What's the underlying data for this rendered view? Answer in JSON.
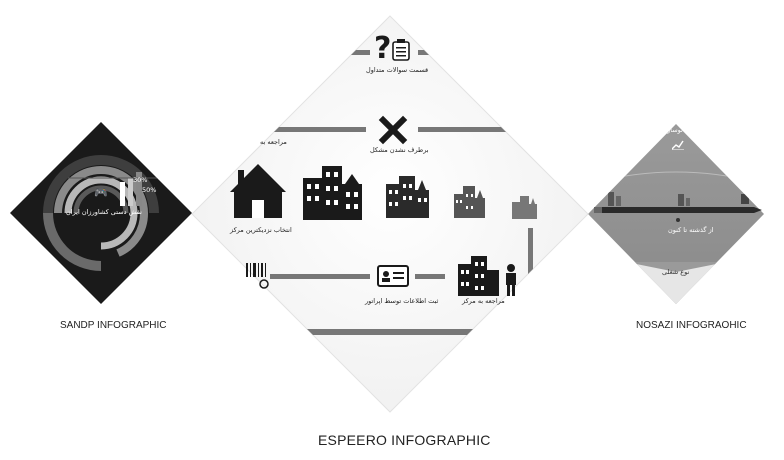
{
  "captions": {
    "left": "SANDP INFOGRAPHIC",
    "right": "NOSAZI INFOGRAOHIC",
    "main": "ESPEERO INFOGRAPHIC"
  },
  "espeero": {
    "faq_label": "قسمت سوالات متداول",
    "referral_top": "مراجعه به",
    "fix_problem": "برطرف نشدن مشکل",
    "select_nearest_center": "انتخاب نزدیکترین مرکز",
    "register_by_operator": "ثبت اطلاعات توسط اپراتور",
    "referral_center": "مراجعه به مرکز",
    "icons": [
      "question-icon",
      "report-icon",
      "cross-icon",
      "house-icon",
      "buildings-icon",
      "id-card-icon",
      "person-icon",
      "barcode-icon"
    ]
  },
  "sandp": {
    "title": "نقش دستی کشاورزان ایران",
    "legend": [
      "30%",
      "50%"
    ],
    "icon": "gamepad-icon"
  },
  "nosazi": {
    "top_label": "نوسازی",
    "mid_label": "از گذشته تا کنون",
    "bottom_label": "نوع شغلی",
    "icons": [
      "chart-icon",
      "pen-icon"
    ]
  }
}
